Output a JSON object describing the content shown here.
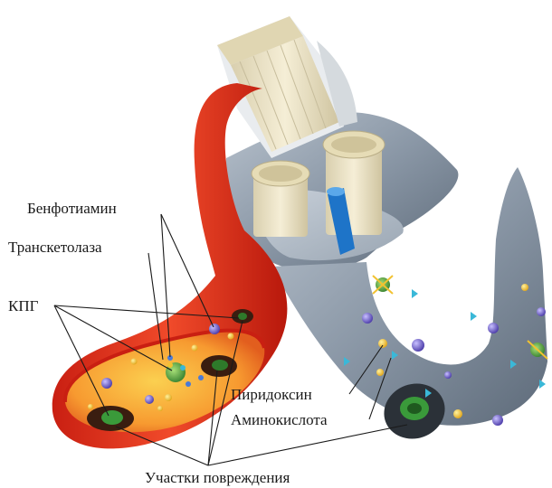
{
  "labels": {
    "benfotiamine": "Бенфотиамин",
    "transketolase": "Транскетолаза",
    "kpg": "КПГ",
    "pyridoxine": "Пиридоксин",
    "amino_acid": "Аминокислота",
    "damage_sites": "Участки повреждения"
  },
  "colors": {
    "vessel_red": "#e0301e",
    "vessel_inner": "#f7a23a",
    "nerve_gray": "#8f9cab",
    "fiber_cream": "#efe6c8",
    "blue_vessel": "#1e74c8",
    "molecule_purple": "#7060c8",
    "molecule_green": "#3a9a3a",
    "molecule_yellow": "#f2c230",
    "molecule_cyan": "#3ab8d8"
  },
  "icons": [
    "blood-vessel",
    "nerve-sheath",
    "nerve-fiber-bundle",
    "damage-spot",
    "molecule"
  ]
}
